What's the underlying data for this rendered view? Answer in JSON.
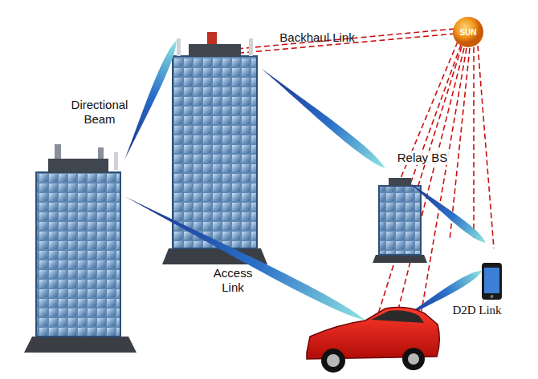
{
  "diagram": {
    "nodes": [
      {
        "text": [
          "SUN"
        ]
      }
    ],
    "labels": [
      "Directional Beam",
      "Backhaul Link",
      "Relay BS",
      "Access Link",
      "D2D Link"
    ]
  }
}
